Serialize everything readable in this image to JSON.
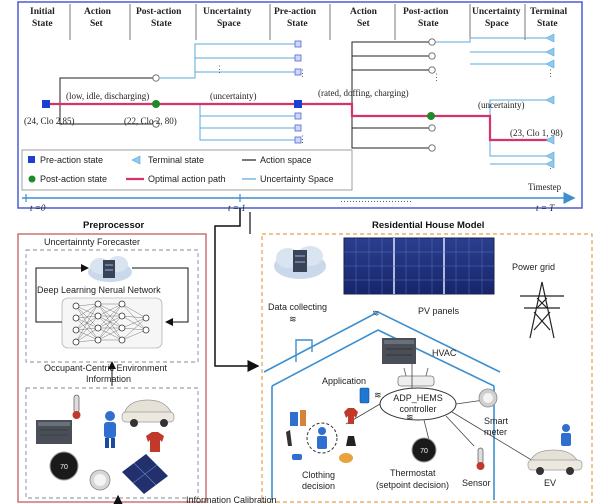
{
  "tree": {
    "headers": [
      {
        "line1": "Initial",
        "line2": "State"
      },
      {
        "line1": "Action",
        "line2": "Set"
      },
      {
        "line1": "Post-action",
        "line2": "State"
      },
      {
        "line1": "Uncertainty",
        "line2": "Space"
      },
      {
        "line1": "Pre-action",
        "line2": "State"
      },
      {
        "line1": "Action",
        "line2": "Set"
      },
      {
        "line1": "Post-action",
        "line2": "State"
      },
      {
        "line1": "Uncertainty",
        "line2": "Space"
      },
      {
        "line1": "Terminal",
        "line2": "State"
      }
    ],
    "labels": {
      "action1": "(low, idle, discharging)",
      "uncertainty1": "(uncertainty)",
      "action2": "(rated, doffing, charging)",
      "uncertainty2": "(uncertainty)",
      "initial_state": "(24, Clo 2,85)",
      "post_state": "(22, Clo 2, 80)",
      "terminal_state": "(23, Clo 1, 98)"
    },
    "legend": {
      "pre_action": "Pre-action state",
      "terminal": "Terminal state",
      "action_space": "Action space",
      "post_action": "Post-action state",
      "optimal_path": "Optimal action path",
      "uncertainty_space": "Uncertainty Space"
    },
    "timestep": "Timestep",
    "t0": "t =0",
    "t1": "t = 1",
    "tT": "t = T",
    "colors": {
      "frame": "#4a5bd6",
      "optimal": "#d6336c",
      "uncertainty": "#5aa8d8",
      "pre_state": "#1b3fd1",
      "post_state": "#1f8a2a"
    }
  },
  "preprocessor": {
    "title": "Preprocessor",
    "forecaster": "Uncertainnty Forecaster",
    "dl_network": "Deep Learning Nerual Network",
    "env_line1": "Occupant-Centric Environment",
    "env_line2": "Information",
    "thermostat_reading": "70"
  },
  "house": {
    "title": "Residential House Model",
    "data_collecting": "Data collecting",
    "pv_panels": "PV panels",
    "power_grid": "Power grid",
    "hvac": "HVAC",
    "application": "Application",
    "controller_line1": "ADP_HEMS",
    "controller_line2": "controller",
    "smart_meter_line1": "Smart",
    "smart_meter_line2": "meter",
    "clothing_line1": "Clothing",
    "clothing_line2": "decision",
    "thermostat_line1": "Thermostat",
    "thermostat_line2": "(setpoint decision)",
    "thermostat_reading": "70",
    "sensor": "Sensor",
    "ev": "EV"
  },
  "feedback_label": "Information Calibration"
}
